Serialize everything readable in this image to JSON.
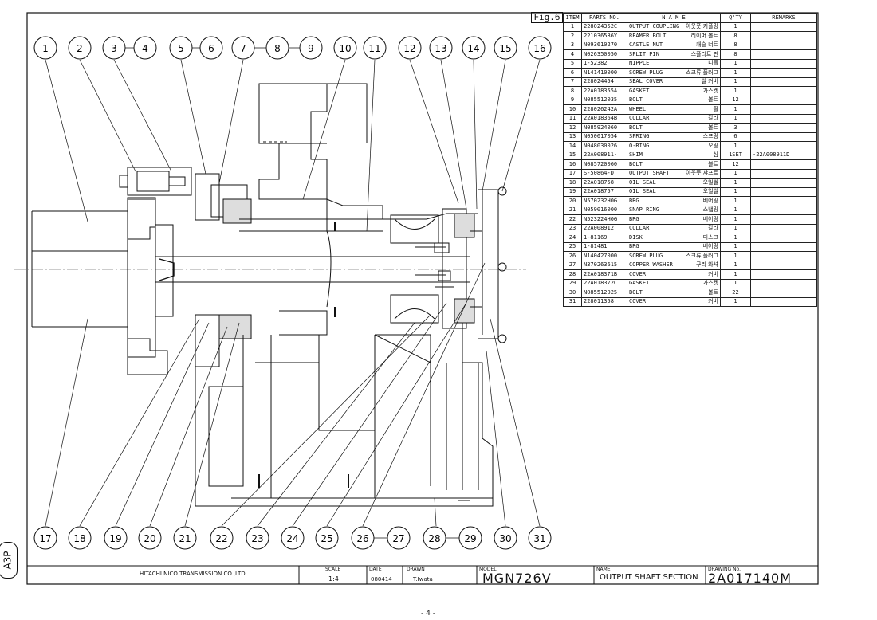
{
  "fig_label": "Fig.6",
  "table_headers": {
    "item": "ITEM",
    "part_no": "PARTS NO.",
    "name": "N A M E",
    "qty": "Q'TY",
    "remarks": "REMARKS"
  },
  "parts": [
    {
      "item": "1",
      "part_no": "228024352C",
      "name_en": "OUTPUT COUPLING",
      "name_ko": "아웃풋 커플링",
      "qty": "1",
      "remarks": ""
    },
    {
      "item": "2",
      "part_no": "221036586Y",
      "name_en": "REAMER BOLT",
      "name_ko": "리이머 볼트",
      "qty": "8",
      "remarks": ""
    },
    {
      "item": "3",
      "part_no": "N093610270",
      "name_en": "CASTLE NUT",
      "name_ko": "캐슬 너트",
      "qty": "8",
      "remarks": ""
    },
    {
      "item": "4",
      "part_no": "N026350050",
      "name_en": "SPLIT PIN",
      "name_ko": "스플리트 핀",
      "qty": "8",
      "remarks": ""
    },
    {
      "item": "5",
      "part_no": "1-52382",
      "name_en": "NIPPLE",
      "name_ko": "니플",
      "qty": "1",
      "remarks": ""
    },
    {
      "item": "6",
      "part_no": "N141410000",
      "name_en": "SCREW PLUG",
      "name_ko": "스크류 플러그",
      "qty": "1",
      "remarks": ""
    },
    {
      "item": "7",
      "part_no": "228024454",
      "name_en": "SEAL COVER",
      "name_ko": "씰 커버",
      "qty": "1",
      "remarks": ""
    },
    {
      "item": "8",
      "part_no": "22A018355A",
      "name_en": "GASKET",
      "name_ko": "가스켓",
      "qty": "1",
      "remarks": ""
    },
    {
      "item": "9",
      "part_no": "N085512035",
      "name_en": "BOLT",
      "name_ko": "볼트",
      "qty": "12",
      "remarks": ""
    },
    {
      "item": "10",
      "part_no": "228026242A",
      "name_en": "WHEEL",
      "name_ko": "휠",
      "qty": "1",
      "remarks": ""
    },
    {
      "item": "11",
      "part_no": "22A018364B",
      "name_en": "COLLAR",
      "name_ko": "칼라",
      "qty": "1",
      "remarks": ""
    },
    {
      "item": "12",
      "part_no": "N085924060",
      "name_en": "BOLT",
      "name_ko": "볼트",
      "qty": "3",
      "remarks": ""
    },
    {
      "item": "13",
      "part_no": "N050017054",
      "name_en": "SPRING",
      "name_ko": "스프링",
      "qty": "6",
      "remarks": ""
    },
    {
      "item": "14",
      "part_no": "N048030026",
      "name_en": "O-RING",
      "name_ko": "오링",
      "qty": "1",
      "remarks": ""
    },
    {
      "item": "15",
      "part_no": "22A008911-",
      "name_en": "SHIM",
      "name_ko": "심",
      "qty": "1SET",
      "remarks": "-22A008911D"
    },
    {
      "item": "16",
      "part_no": "N085720060",
      "name_en": "BOLT",
      "name_ko": "볼트",
      "qty": "12",
      "remarks": ""
    },
    {
      "item": "17",
      "part_no": "S-50864-D",
      "name_en": "OUTPUT SHAFT",
      "name_ko": "아웃풋 샤프트",
      "qty": "1",
      "remarks": ""
    },
    {
      "item": "18",
      "part_no": "22A018758",
      "name_en": "OIL SEAL",
      "name_ko": "오일씰",
      "qty": "1",
      "remarks": ""
    },
    {
      "item": "19",
      "part_no": "22A018757",
      "name_en": "OIL SEAL",
      "name_ko": "오일씰",
      "qty": "1",
      "remarks": ""
    },
    {
      "item": "20",
      "part_no": "N570232H0G",
      "name_en": "BRG",
      "name_ko": "베어링",
      "qty": "1",
      "remarks": ""
    },
    {
      "item": "21",
      "part_no": "N059016000",
      "name_en": "SNAP RING",
      "name_ko": "스냅링",
      "qty": "1",
      "remarks": ""
    },
    {
      "item": "22",
      "part_no": "N523224H0G",
      "name_en": "BRG",
      "name_ko": "베어링",
      "qty": "1",
      "remarks": ""
    },
    {
      "item": "23",
      "part_no": "22A008912",
      "name_en": "COLLAR",
      "name_ko": "칼라",
      "qty": "1",
      "remarks": ""
    },
    {
      "item": "24",
      "part_no": "1-81169",
      "name_en": "DISK",
      "name_ko": "디스크",
      "qty": "1",
      "remarks": ""
    },
    {
      "item": "25",
      "part_no": "1-81481",
      "name_en": "BRG",
      "name_ko": "베어링",
      "qty": "1",
      "remarks": ""
    },
    {
      "item": "26",
      "part_no": "N140427000",
      "name_en": "SCREW PLUG",
      "name_ko": "스크류 플러그",
      "qty": "1",
      "remarks": ""
    },
    {
      "item": "27",
      "part_no": "N370263615",
      "name_en": "COPPER WASHER",
      "name_ko": "구리 와셔",
      "qty": "1",
      "remarks": ""
    },
    {
      "item": "28",
      "part_no": "22A018371B",
      "name_en": "COVER",
      "name_ko": "커버",
      "qty": "1",
      "remarks": ""
    },
    {
      "item": "29",
      "part_no": "22A018372C",
      "name_en": "GASKET",
      "name_ko": "가스켓",
      "qty": "1",
      "remarks": ""
    },
    {
      "item": "30",
      "part_no": "N085512025",
      "name_en": "BOLT",
      "name_ko": "볼트",
      "qty": "22",
      "remarks": ""
    },
    {
      "item": "31",
      "part_no": "228011358",
      "name_en": "COVER",
      "name_ko": "커버",
      "qty": "1",
      "remarks": ""
    }
  ],
  "callouts_top": [
    "1",
    "2",
    "3",
    "4",
    "5",
    "6",
    "7",
    "8",
    "9",
    "10",
    "11",
    "12",
    "13",
    "14",
    "15",
    "16"
  ],
  "callouts_bottom": [
    "17",
    "18",
    "19",
    "20",
    "21",
    "22",
    "23",
    "24",
    "25",
    "26",
    "27",
    "28",
    "29",
    "30",
    "31"
  ],
  "title_block": {
    "company": "HITACHI NICO TRANSMISSION CO.,LTD.",
    "scale_label": "SCALE",
    "scale": "1:4",
    "date_label": "DATE",
    "date": "080414",
    "drawn_label": "DRAWN",
    "drawn": "T.Iwata",
    "model_label": "MODEL",
    "model": "MGN726V",
    "name_label": "NAME",
    "name": "OUTPUT SHAFT SECTION",
    "drawing_no_label": "DRAWING No.",
    "drawing_no": "2A017140M"
  },
  "sheet_size": "A3P",
  "page_number": "- 4 -"
}
